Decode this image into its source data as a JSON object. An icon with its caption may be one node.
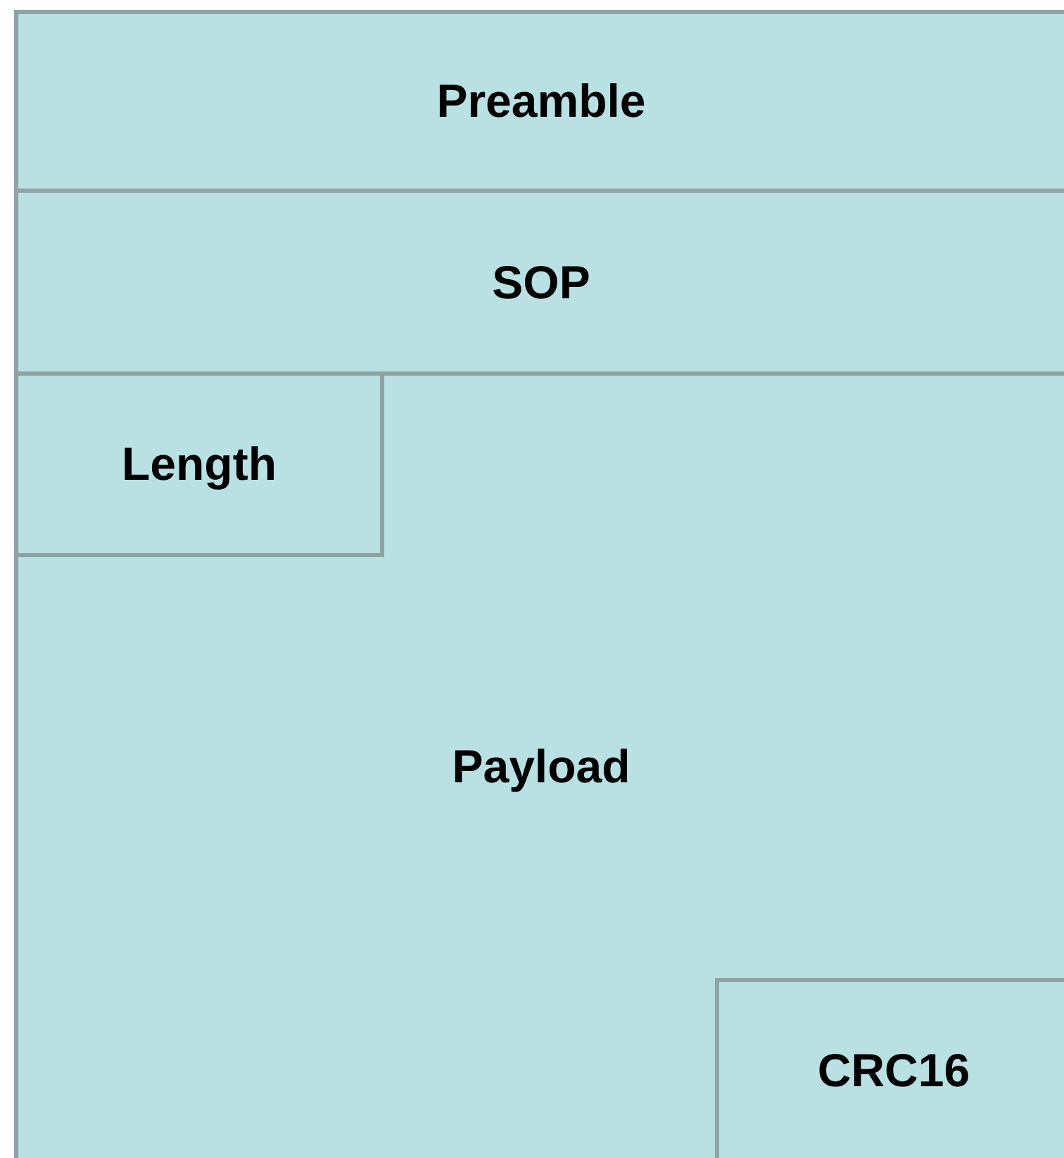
{
  "diagram": {
    "nodes": [
      {
        "text": [
          "Preamble"
        ]
      },
      {
        "text": [
          "SOP"
        ]
      },
      {
        "text": [
          "Payload"
        ]
      },
      {
        "text": [
          "Length"
        ],
        "in": 2
      },
      {
        "text": [
          "CRC16"
        ],
        "in": 2
      }
    ]
  }
}
